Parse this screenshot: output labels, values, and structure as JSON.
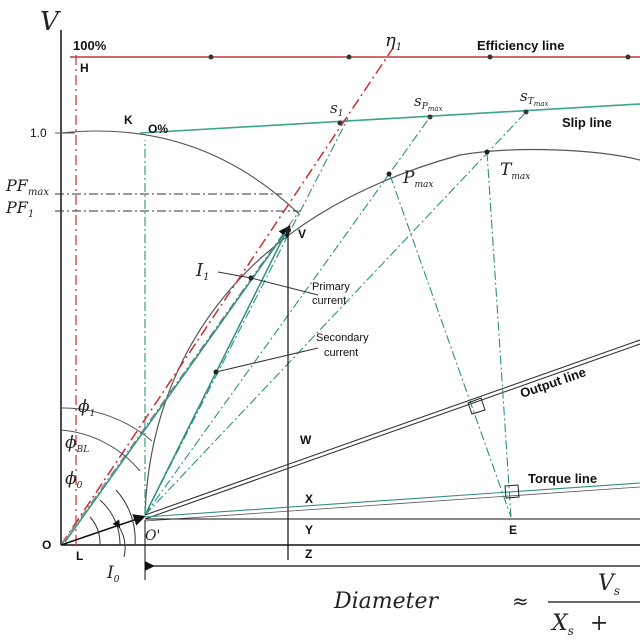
{
  "axes": {
    "y_axis_label": "V"
  },
  "scale": {
    "one": "1.0",
    "hundred_percent": "100%",
    "zero_percent": "O%"
  },
  "power_factor": {
    "pf": "PF",
    "sub_max": "max",
    "sub_1": "1"
  },
  "lines": {
    "efficiency": "Efficiency line",
    "slip": "Slip line",
    "output": "Output line",
    "torque": "Torque line"
  },
  "currents": {
    "primary_line1": "Primary",
    "primary_line2": "current",
    "secondary_line1": "Secondary",
    "secondary_line2": "current",
    "i1": "I",
    "i1_sub": "1",
    "i0": "I",
    "i0_sub": "0"
  },
  "points": {
    "H": "H",
    "K": "K",
    "V": "V",
    "W": "W",
    "X": "X",
    "Y": "Y",
    "Z": "Z",
    "E": "E",
    "O": "O",
    "L": "L",
    "O_prime": "O'",
    "eta": "η",
    "eta_sub": "1",
    "s": "s",
    "s1_sub": "1",
    "sp_sub": "P",
    "sp_subsub": "max",
    "st_sub": "T",
    "st_subsub": "max",
    "p": "P",
    "p_sub": "max",
    "t": "T",
    "t_sub": "max"
  },
  "angles": {
    "phi": "ϕ",
    "phi1_sub": "1",
    "phiBL_sub": "BL",
    "phi0_sub": "0"
  },
  "formula": {
    "word": "Diameter",
    "approx": "≈",
    "num": "V",
    "num_sub": "s",
    "den": "X",
    "den_sub": "s",
    "plus": "+"
  },
  "colors": {
    "efficiency_line": "#c0393f",
    "slip_line": "#3aa68c",
    "circle": "#555555",
    "axis": "#111111",
    "dashdot_red": "#cc2f2f",
    "teal": "#2f8f80"
  }
}
